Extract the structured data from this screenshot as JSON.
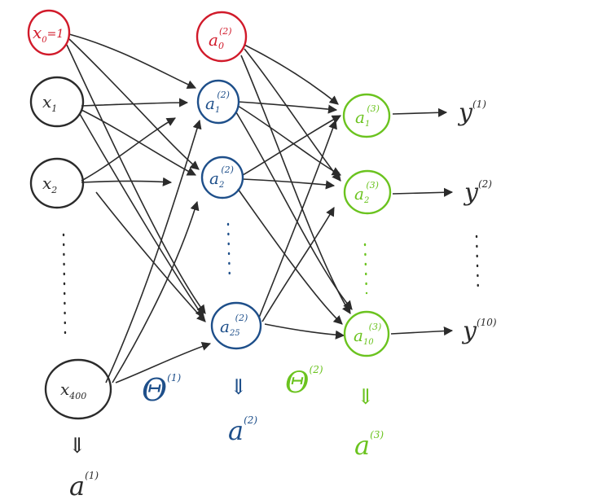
{
  "colors": {
    "ink": "#2b2b2b",
    "bias": "#d11a2a",
    "hidden": "#1e4f8a",
    "output": "#6bc31f"
  },
  "layer1": {
    "bias": {
      "base": "x",
      "sub": "0",
      "suffix": "=1"
    },
    "nodes": [
      {
        "base": "x",
        "sub": "1"
      },
      {
        "base": "x",
        "sub": "2"
      },
      {
        "base": "x",
        "sub": "400"
      }
    ],
    "arrow": "⇓",
    "activation": {
      "base": "a",
      "sup": "(1)"
    }
  },
  "layer2": {
    "bias": {
      "base": "a",
      "sub": "0",
      "sup": "(2)"
    },
    "nodes": [
      {
        "base": "a",
        "sub": "1",
        "sup": "(2)"
      },
      {
        "base": "a",
        "sub": "2",
        "sup": "(2)"
      },
      {
        "base": "a",
        "sub": "25",
        "sup": "(2)"
      }
    ],
    "arrow": "⇓",
    "activation": {
      "base": "a",
      "sup": "(2)"
    }
  },
  "layer3": {
    "nodes": [
      {
        "base": "a",
        "sub": "1",
        "sup": "(3)"
      },
      {
        "base": "a",
        "sub": "2",
        "sup": "(3)"
      },
      {
        "base": "a",
        "sub": "10",
        "sup": "(3)"
      }
    ],
    "arrow": "⇓",
    "activation": {
      "base": "a",
      "sup": "(3)"
    }
  },
  "weights": {
    "theta1": {
      "base": "Θ",
      "sup": "(1)"
    },
    "theta2": {
      "base": "Θ",
      "sup": "(2)"
    }
  },
  "outputs": [
    {
      "base": "y",
      "sup": "(1)"
    },
    {
      "base": "y",
      "sup": "(2)"
    },
    {
      "base": "y",
      "sup": "(10)"
    }
  ]
}
